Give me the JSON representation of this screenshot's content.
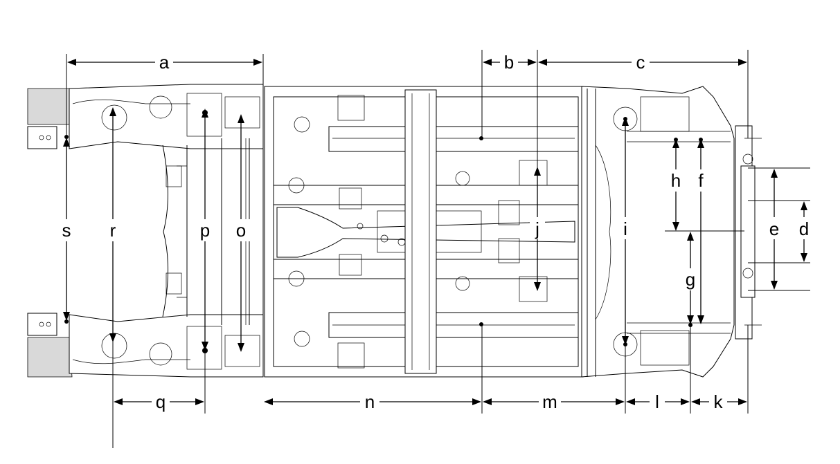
{
  "diagram": {
    "labels": {
      "a": "a",
      "b": "b",
      "c": "c",
      "d": "d",
      "e": "e",
      "f": "f",
      "g": "g",
      "h": "h",
      "i": "i",
      "j": "j",
      "k": "k",
      "l": "l",
      "m": "m",
      "n": "n",
      "o": "o",
      "p": "p",
      "q": "q",
      "r": "r",
      "s": "s"
    }
  }
}
